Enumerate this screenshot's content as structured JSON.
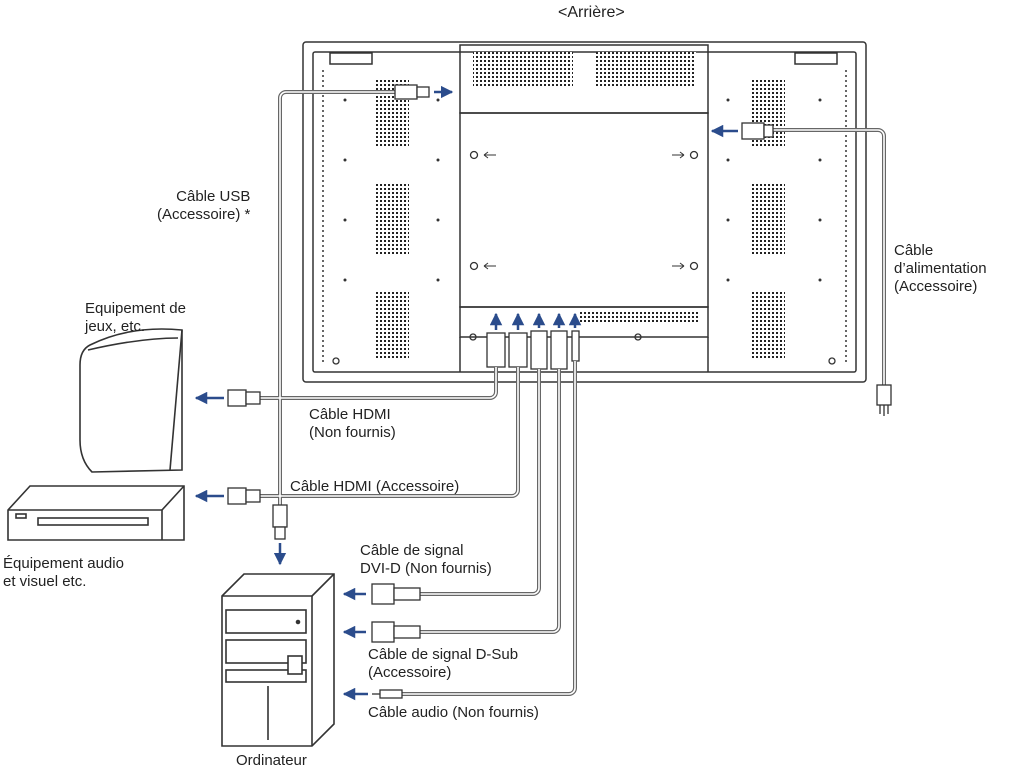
{
  "view_label": "<Arrière>",
  "labels": {
    "usb_cable": [
      "Câble USB",
      "(Accessoire) *"
    ],
    "power_cable": [
      "Câble",
      "d’alimentation",
      "(Accessoire)"
    ],
    "game_device": [
      "Equipement de",
      "jeux, etc."
    ],
    "hdmi_not_supplied": [
      "Câble HDMI",
      "(Non fournis)"
    ],
    "hdmi_accessory": "Câble HDMI (Accessoire)",
    "av_device": [
      "Équipement audio",
      "et visuel etc."
    ],
    "dvi_cable": [
      "Câble de signal",
      "DVI-D (Non fournis)"
    ],
    "dsub_cable": [
      "Câble de signal D-Sub",
      "(Accessoire)"
    ],
    "audio_cable": "Câble audio (Non fournis)",
    "computer": "Ordinateur"
  },
  "colors": {
    "arrow": "#2b4c8c",
    "line": "#333333",
    "cable": "#888888"
  }
}
